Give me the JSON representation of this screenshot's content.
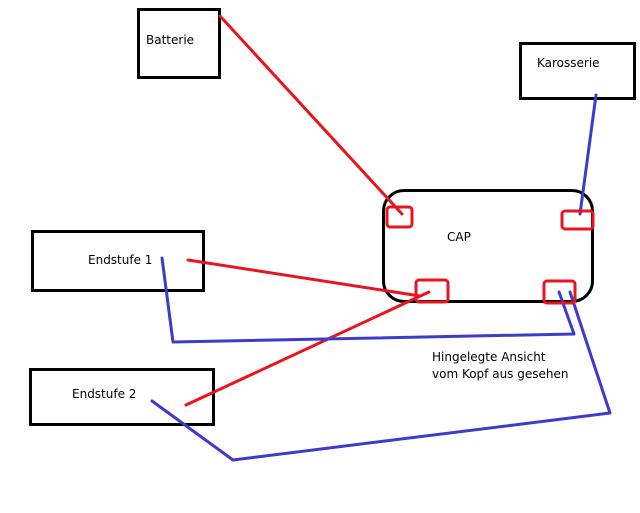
{
  "labels": {
    "batterie": "Batterie",
    "karosserie": "Karosserie",
    "cap": "CAP",
    "endstufe1": "Endstufe 1",
    "endstufe2": "Endstufe 2"
  },
  "note": {
    "line1": "Hingelegte Ansicht",
    "line2": "vom Kopf aus gesehen"
  },
  "colors": {
    "box_border": "#000000",
    "positive_wire": "#e8141e",
    "ground_wire": "#3c3ccc",
    "terminal": "#e8141e"
  }
}
